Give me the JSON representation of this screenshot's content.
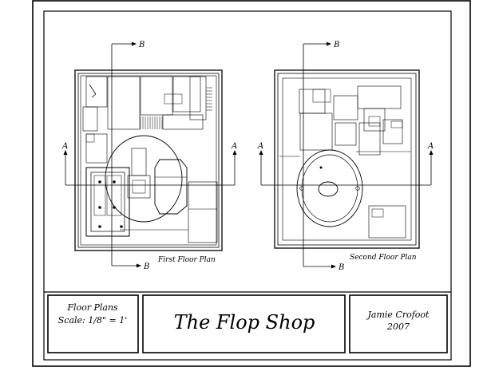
{
  "drawing": {
    "section_mark_a": "A",
    "section_mark_b": "B",
    "first_floor_label": "First Floor Plan",
    "second_floor_label": "Second Floor Plan"
  },
  "title_block": {
    "left_line1": "Floor Plans",
    "left_line2": "Scale:  1/8\" = 1'",
    "center_title": "The  Flop  Shop",
    "right_line1": "Jamie  Crofoot",
    "right_line2": "2007"
  },
  "colors": {
    "line": "#000000",
    "background": "#ffffff"
  }
}
